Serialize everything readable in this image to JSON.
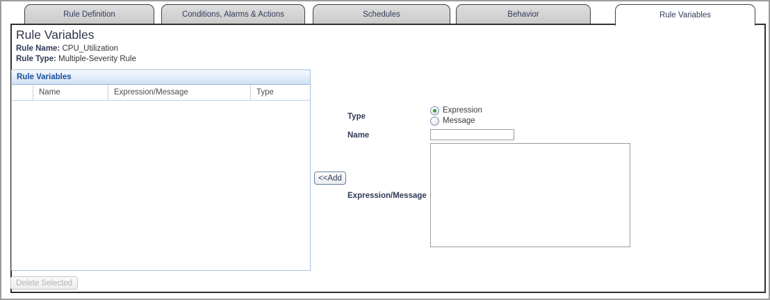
{
  "tabs": [
    {
      "label": "Rule Definition",
      "active": false
    },
    {
      "label": "Conditions, Alarms & Actions",
      "active": false
    },
    {
      "label": "Schedules",
      "active": false
    },
    {
      "label": "Behavior",
      "active": false
    },
    {
      "label": "Rule Variables",
      "active": true
    }
  ],
  "page": {
    "title": "Rule Variables",
    "rule_name_label": "Rule Name:",
    "rule_name": "CPU_Utilization",
    "rule_type_label": "Rule Type:",
    "rule_type": "Multiple-Severity Rule"
  },
  "table": {
    "title": "Rule Variables",
    "columns": [
      "",
      "Name",
      "Expression/Message",
      "Type"
    ],
    "rows": [],
    "delete_button_label": "Delete Selected",
    "delete_button_enabled": false
  },
  "form": {
    "add_button_label": "<<Add",
    "type_label": "Type",
    "type_options": [
      {
        "label": "Expression",
        "selected": true
      },
      {
        "label": "Message",
        "selected": false
      }
    ],
    "name_label": "Name",
    "name_value": "",
    "expression_label": "Expression/Message",
    "expression_value": ""
  },
  "colors": {
    "accent_blue": "#1b4fa0",
    "tab_text": "#333a5c",
    "table_border": "#a9c0de",
    "panel_border": "#2e2e2e",
    "radio_selected_dot": "#2e9e31"
  }
}
